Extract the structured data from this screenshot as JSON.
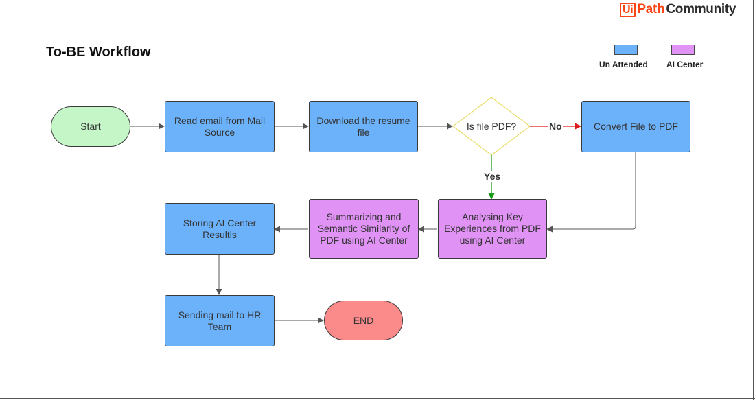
{
  "brand": {
    "box": "Ui",
    "path": "Path",
    "community": "Community",
    "accent_color": "#fa4616"
  },
  "title": "To-BE Workflow",
  "legend": {
    "items": [
      {
        "label": "Un Attended",
        "color": "#6cb2fb"
      },
      {
        "label": "AI Center",
        "color": "#e093f5"
      }
    ]
  },
  "nodes": {
    "start": "Start",
    "read_email": "Read email from Mail Source",
    "download": "Download the resume file",
    "decision": "Is file PDF?",
    "convert": "Convert File to PDF",
    "analysing": "Analysing Key Experiences from PDF using AI Center",
    "summarizing": "Summarizing and Semantic Similarity of PDF using AI Center",
    "storing": "Storing AI Center Resultls",
    "sending": "Sending mail to HR Team",
    "end": "END"
  },
  "edges": {
    "no_label": "No",
    "yes_label": "Yes",
    "no_color": "#e01b1b",
    "yes_color": "#1a9a1a",
    "default_color": "#555555"
  }
}
